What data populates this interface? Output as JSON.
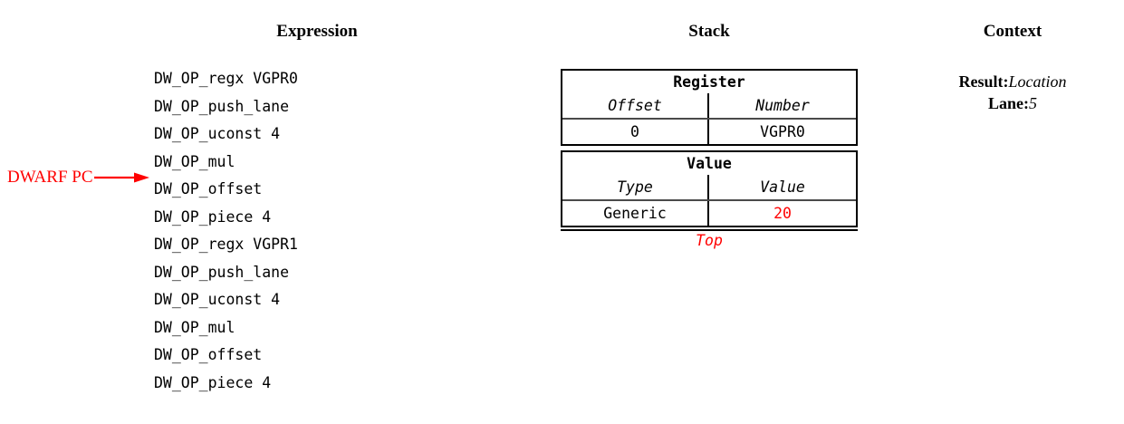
{
  "headings": {
    "expression": "Expression",
    "stack": "Stack",
    "context": "Context"
  },
  "expression": {
    "lines": [
      "DW_OP_regx VGPR0",
      "DW_OP_push_lane",
      "DW_OP_uconst 4",
      "DW_OP_mul",
      "DW_OP_offset",
      "DW_OP_piece 4",
      "DW_OP_regx VGPR1",
      "DW_OP_push_lane",
      "DW_OP_uconst 4",
      "DW_OP_mul",
      "DW_OP_offset",
      "DW_OP_piece 4"
    ],
    "pc_marker": {
      "label": "DWARF PC",
      "points_to_line_index": 4,
      "color": "#ff0000"
    }
  },
  "stack": {
    "entries": [
      {
        "title": "Register",
        "headers": [
          "Offset",
          "Number"
        ],
        "values": [
          "0",
          "VGPR0"
        ],
        "value_colors": [
          "#000000",
          "#000000"
        ]
      },
      {
        "title": "Value",
        "headers": [
          "Type",
          "Value"
        ],
        "values": [
          "Generic",
          "20"
        ],
        "value_colors": [
          "#000000",
          "#ff0000"
        ]
      }
    ],
    "top_label": "Top",
    "top_label_color": "#ff0000"
  },
  "context": {
    "rows": [
      {
        "key": "Result:",
        "value": "Location"
      },
      {
        "key": "Lane:",
        "value": "5"
      }
    ]
  }
}
